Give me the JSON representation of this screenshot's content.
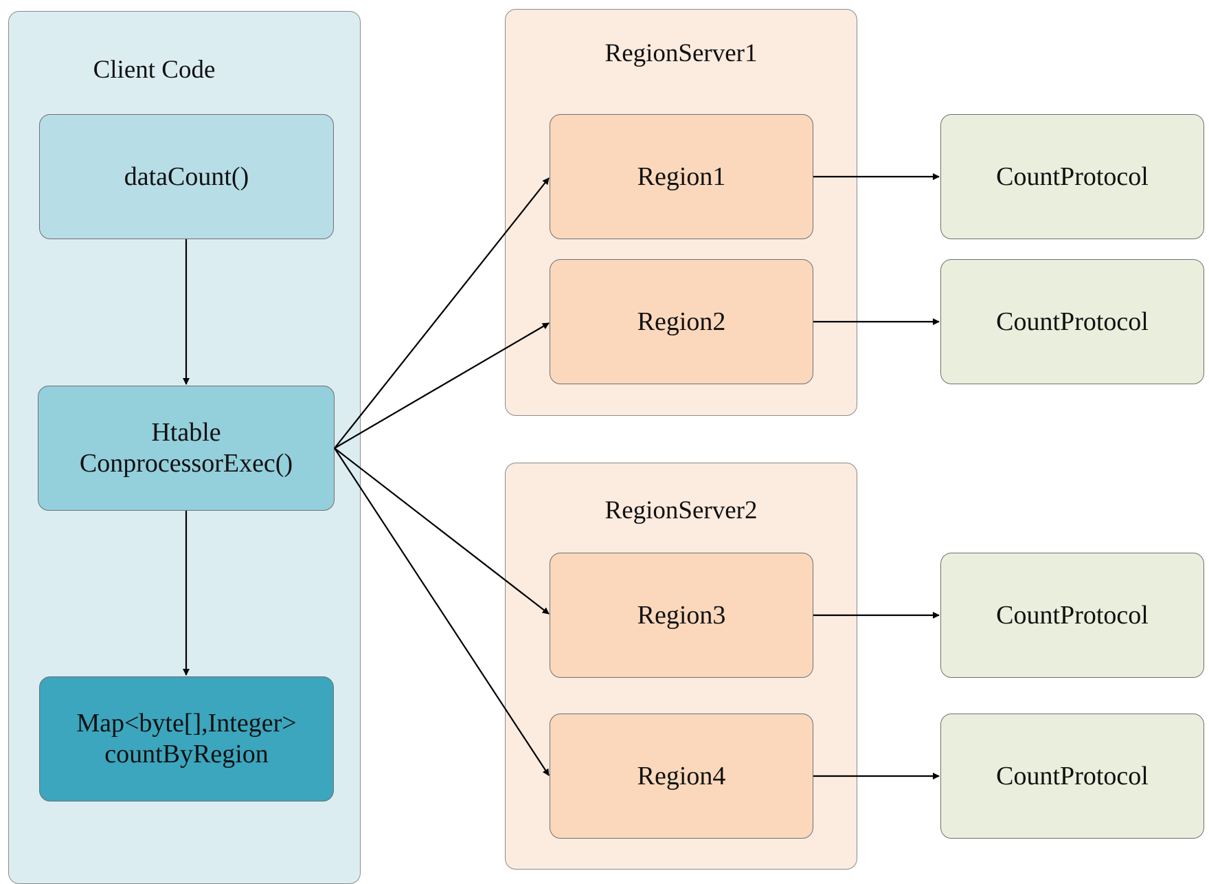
{
  "colors": {
    "client_bg": "#dcedf2",
    "client_node_light": "#b7dde7",
    "client_node_mid": "#94cfdc",
    "client_node_dark": "#3ba6be",
    "server_bg": "#fcebdf",
    "region_node": "#fbd8bc",
    "protocol_node": "#e9efdc",
    "edge": "#000000"
  },
  "client": {
    "title": "Client Code",
    "data_count": "dataCount()",
    "htable_line1": "Htable",
    "htable_line2": "ConprocessorExec()",
    "map_line1": "Map<byte[],Integer>",
    "map_line2": "countByRegion"
  },
  "server1": {
    "title": "RegionServer1",
    "region1": "Region1",
    "region2": "Region2"
  },
  "server2": {
    "title": "RegionServer2",
    "region3": "Region3",
    "region4": "Region4"
  },
  "protocols": {
    "p1": "CountProtocol",
    "p2": "CountProtocol",
    "p3": "CountProtocol",
    "p4": "CountProtocol"
  },
  "edges": [
    {
      "from": "dataCount()",
      "to": "Htable ConprocessorExec()"
    },
    {
      "from": "Htable ConprocessorExec()",
      "to": "Map<byte[],Integer> countByRegion"
    },
    {
      "from": "Htable ConprocessorExec()",
      "to": "Region1"
    },
    {
      "from": "Htable ConprocessorExec()",
      "to": "Region2"
    },
    {
      "from": "Htable ConprocessorExec()",
      "to": "Region3"
    },
    {
      "from": "Htable ConprocessorExec()",
      "to": "Region4"
    },
    {
      "from": "Region1",
      "to": "CountProtocol"
    },
    {
      "from": "Region2",
      "to": "CountProtocol"
    },
    {
      "from": "Region3",
      "to": "CountProtocol"
    },
    {
      "from": "Region4",
      "to": "CountProtocol"
    }
  ]
}
